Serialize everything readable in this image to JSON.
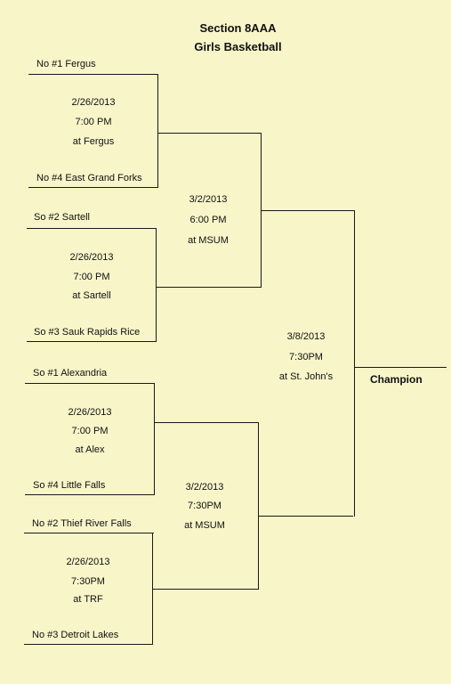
{
  "header": {
    "title": "Section 8AAA",
    "subtitle": "Girls Basketball"
  },
  "round1": [
    {
      "top_team": "No #1 Fergus",
      "bottom_team": "No #4 East Grand Forks",
      "date": "2/26/2013",
      "time": "7:00 PM",
      "location": "at Fergus"
    },
    {
      "top_team": "So #2 Sartell",
      "bottom_team": "So #3 Sauk Rapids Rice",
      "date": "2/26/2013",
      "time": "7:00 PM",
      "location": "at Sartell"
    },
    {
      "top_team": "So #1 Alexandria",
      "bottom_team": "So #4 Little Falls",
      "date": "2/26/2013",
      "time": "7:00 PM",
      "location": "at Alex"
    },
    {
      "top_team": "No #2 Thief River Falls",
      "bottom_team": "No #3 Detroit Lakes",
      "date": "2/26/2013",
      "time": "7:30PM",
      "location": "at TRF"
    }
  ],
  "semifinals": [
    {
      "date": "3/2/2013",
      "time": "6:00 PM",
      "location": "at MSUM"
    },
    {
      "date": "3/2/2013",
      "time": "7:30PM",
      "location": "at MSUM"
    }
  ],
  "final": {
    "date": "3/8/2013",
    "time": "7:30PM",
    "location": "at St. John's"
  },
  "champion_label": "Champion"
}
